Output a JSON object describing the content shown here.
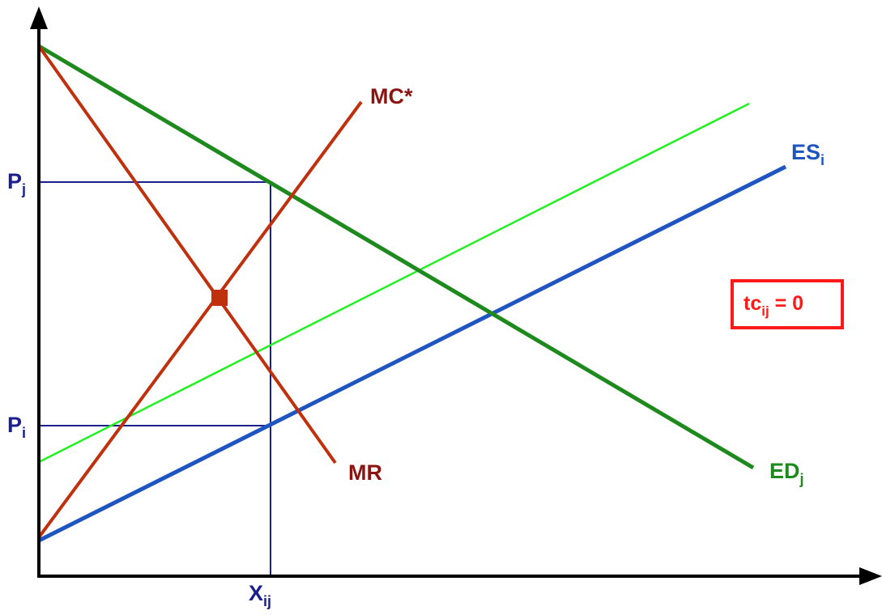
{
  "colors": {
    "axes": "#000000",
    "guides": "#1a1f8c",
    "ed": "#1e8a1e",
    "es": "#1f55c0",
    "es_tc": "#22f022",
    "mr_mc": "#c0300c",
    "mr_mc_label": "#8b1410",
    "ed_label": "#1e8a1e",
    "es_label": "#1f55c0",
    "axis_labels": "#1a1f8c",
    "box": "#ff1a1a"
  },
  "labels": {
    "mc": "MC*",
    "mr": "MR",
    "es_main": "ES",
    "es_sub": "i",
    "ed_main": "ED",
    "ed_sub": "j",
    "pj_main": "P",
    "pj_sub": "j",
    "pi_main": "P",
    "pi_sub": "i",
    "x_main": "X",
    "x_sub": "ij",
    "tc_main": "tc",
    "tc_sub": "ij",
    "tc_rest": " = 0"
  }
}
